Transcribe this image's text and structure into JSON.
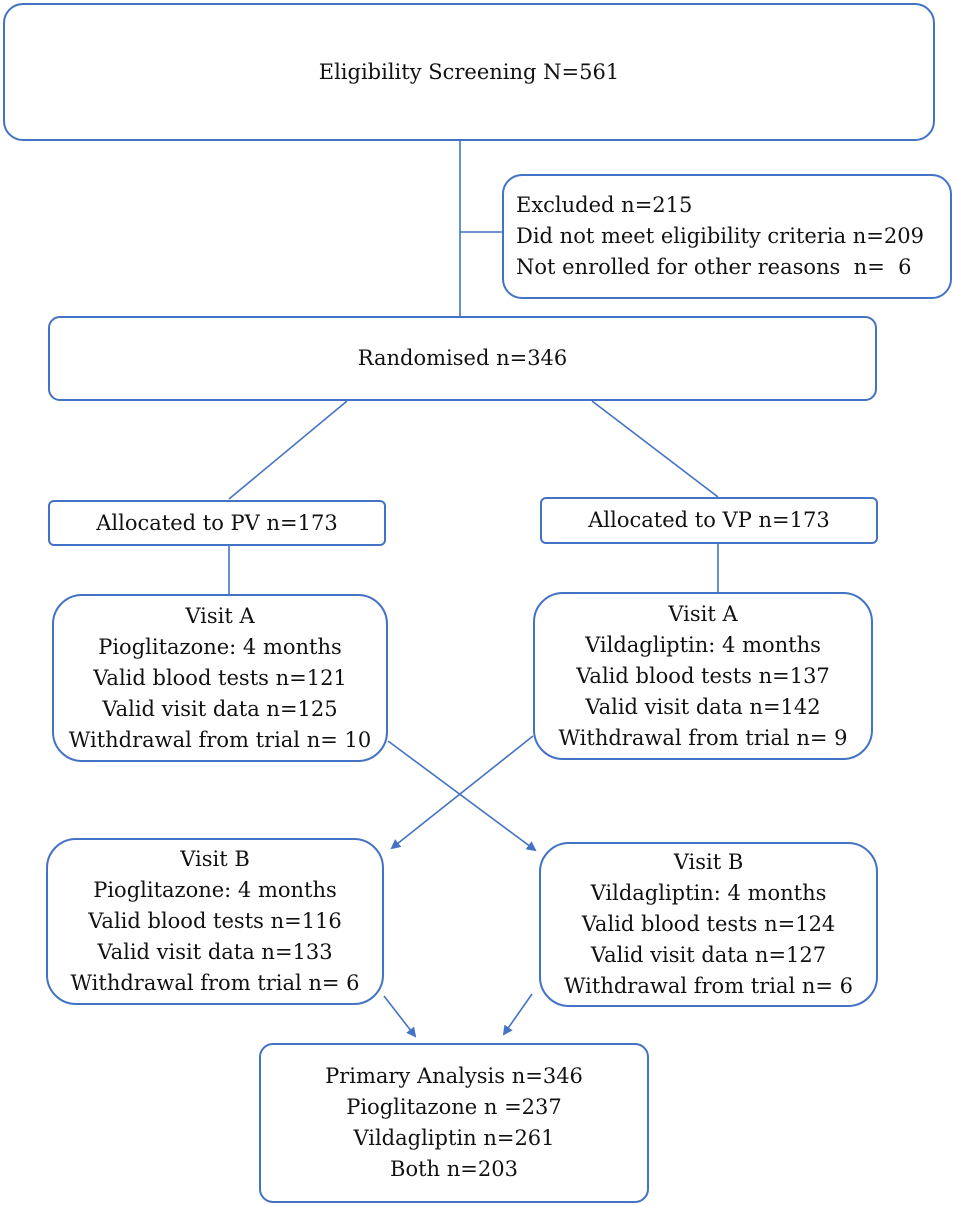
{
  "screening": {
    "line1": "Eligibility Screening N=561"
  },
  "excluded": {
    "line1": "Excluded n=215",
    "line2": "Did not meet eligibility criteria n=209",
    "line3": "Not enrolled for other reasons  n=  6"
  },
  "randomised": {
    "line1": "Randomised n=346"
  },
  "allocated_pv": {
    "line1": "Allocated to PV n=173"
  },
  "allocated_vp": {
    "line1": "Allocated to VP n=173"
  },
  "visit_a_pv": {
    "title": "Visit A",
    "drug": "Pioglitazone: 4 months",
    "blood": "Valid blood tests n=121",
    "visit": "Valid visit data n=125",
    "withdrawal": "Withdrawal from trial n= 10"
  },
  "visit_a_vp": {
    "title": "Visit A",
    "drug": "Vildagliptin: 4 months",
    "blood": "Valid blood tests n=137",
    "visit": "Valid visit data n=142",
    "withdrawal": "Withdrawal from trial n= 9"
  },
  "visit_b_pv": {
    "title": "Visit B",
    "drug": "Pioglitazone: 4 months",
    "blood": "Valid blood tests n=116",
    "visit": "Valid visit data n=133",
    "withdrawal": "Withdrawal from trial n= 6"
  },
  "visit_b_vp": {
    "title": "Visit B",
    "drug": "Vildagliptin: 4 months",
    "blood": "Valid blood tests n=124",
    "visit": "Valid visit data n=127",
    "withdrawal": "Withdrawal from trial n= 6"
  },
  "primary": {
    "line1": "Primary Analysis n=346",
    "line2": "Pioglitazone n =237",
    "line3": "Vildagliptin n=261",
    "line4": "Both n=203"
  }
}
